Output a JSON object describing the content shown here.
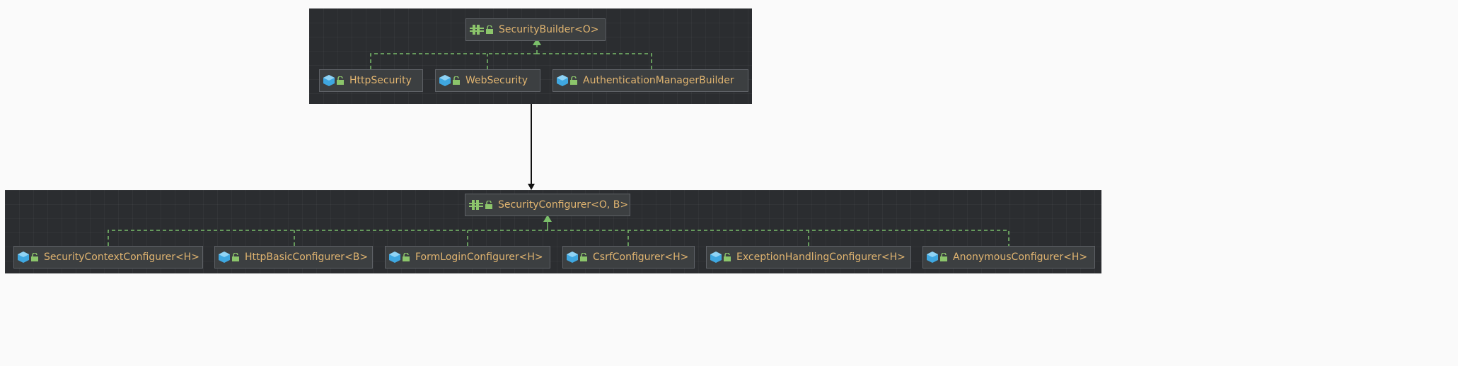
{
  "top_group": {
    "root": {
      "label": "SecurityBuilder<O>",
      "icon": "interface-icon"
    },
    "children": [
      {
        "label": "HttpSecurity",
        "icon": "class-icon"
      },
      {
        "label": "WebSecurity",
        "icon": "class-icon"
      },
      {
        "label": "AuthenticationManagerBuilder",
        "icon": "class-icon"
      }
    ]
  },
  "bottom_group": {
    "root": {
      "label": "SecurityConfigurer<O, B>",
      "icon": "interface-icon"
    },
    "children": [
      {
        "label": "SecurityContextConfigurer<H>",
        "icon": "class-icon"
      },
      {
        "label": "HttpBasicConfigurer<B>",
        "icon": "class-icon"
      },
      {
        "label": "FormLoginConfigurer<H>",
        "icon": "class-icon"
      },
      {
        "label": "CsrfConfigurer<H>",
        "icon": "class-icon"
      },
      {
        "label": "ExceptionHandlingConfigurer<H>",
        "icon": "class-icon"
      },
      {
        "label": "AnonymousConfigurer<H>",
        "icon": "class-icon"
      }
    ]
  },
  "colors": {
    "panel_bg": "#2b2d30",
    "node_bg": "#3c3f41",
    "node_border": "#5e6166",
    "label_text": "#e0b470",
    "inheritance_line": "#7bbf6a",
    "class_icon": "#3fa7e0",
    "interface_icon": "#8cc56b",
    "lock_icon": "#8cc56b",
    "connector": "#111111"
  }
}
